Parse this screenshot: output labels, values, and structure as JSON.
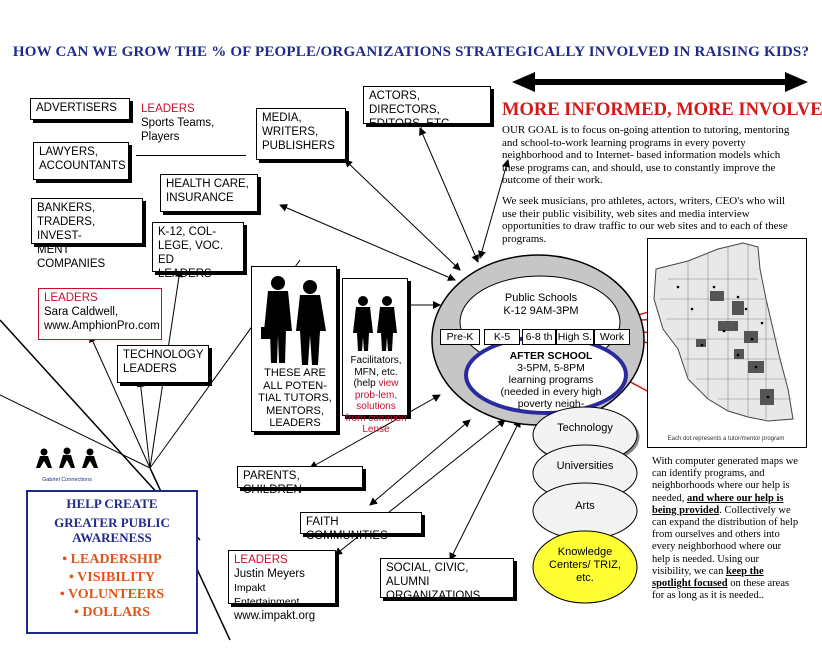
{
  "title": "HOW CAN WE GROW THE %  OF PEOPLE/ORGANIZATIONS STRATEGICALLY INVOLVED IN RAISING KIDS?",
  "left_boxes": {
    "advertisers": "ADVERTISERS",
    "lawyers": [
      "LAWYERS,",
      "ACCOUNTANTS"
    ],
    "bankers": [
      "BANKERS,",
      "TRADERS, INVEST-",
      "MENT COMPANIES"
    ],
    "sports_leaders_heading": "LEADERS",
    "sports_leaders": [
      "Sports Teams,",
      "Players"
    ],
    "health_care": [
      "HEALTH CARE,",
      "INSURANCE"
    ],
    "k12": [
      "K-12, COL-",
      "LEGE, VOC. ED",
      "LEADERS"
    ],
    "media": [
      "MEDIA,",
      "WRITERS,",
      "PUBLISHERS"
    ],
    "actors": [
      "ACTORS, DIRECTORS,",
      "EDITORS, ETC"
    ],
    "leaders_sara_heading": "LEADERS",
    "leaders_sara": [
      "Sara Caldwell,",
      "www.AmphionPro.com"
    ],
    "technology_leaders": [
      "TECHNOLOGY",
      "LEADERS"
    ],
    "tutors": [
      "THESE ARE",
      "ALL POTEN-",
      "TIAL TUTORS,",
      "MENTORS,",
      "LEADERS"
    ],
    "facilitators": [
      "Facilitators,",
      "MFN, etc.",
      "(help"
    ],
    "facilitators_red": "view prob-lem, solutions from common Lense",
    "parents": "PARENTS, CHILDREN",
    "faith": "FAITH COMMUNITIES",
    "leaders_justin_heading": "LEADERS",
    "leaders_justin": [
      "Justin Meyers",
      "Impakt Entertainment",
      "www.impakt.org"
    ],
    "social": [
      "SOCIAL, CIVIC, ALUMNI",
      "ORGANIZATIONS"
    ]
  },
  "logo_text": "Gabriel Connections",
  "awareness": {
    "title": [
      "HELP CREATE",
      "GREATER PUBLIC",
      "AWARENESS"
    ],
    "items": [
      "• LEADERSHIP",
      "• VISIBILITY",
      "• VOLUNTEERS",
      "• DOLLARS"
    ]
  },
  "schools": {
    "public": [
      "Public Schools",
      "K-12  9AM-3PM"
    ],
    "grades": [
      "Pre-K",
      "K-5",
      "6-8 th",
      "High S.",
      "Work"
    ],
    "after_school_heading": "AFTER SCHOOL",
    "after_school": [
      "3-5PM, 5-8PM",
      "learning programs",
      "(needed in every high",
      "poverty neigh-"
    ]
  },
  "circles": [
    "Technology",
    "Universities",
    "Arts",
    "Knowledge Centers/ TRIZ, etc."
  ],
  "goal_heading": "MORE INFORMED, MORE INVOLVED",
  "goal_text": "OUR GOAL is to focus on-going attention to tutoring, mentoring and school-to-work learning programs in every poverty neighborhood  and to Internet- based information models which these programs can, and should, use to constantly improve the outcome of their work.",
  "seek_text": "We seek musicians, pro athletes, actors, writers, CEO's who will use their public visibility, web sites and media interview opportunities to draw traffic to our web sites and to each of these programs.",
  "map_caption": "Each dot represents a tutor/mentor program",
  "bottom_text": {
    "part1": "With computer generated maps we can identify programs, and neighborhoods where our help is needed, ",
    "bold1": "and where our help is being provided",
    "part2": ".  Collectively we can expand the distribution of help from ourselves and others into every neighborhood where our help is needed. Using our visibility, we can ",
    "bold2": "keep the spotlight focused",
    "part3": " on these areas for as long as it is needed.."
  },
  "colors": {
    "title_blue": "#1f2a8a",
    "leader_red": "#c8102e",
    "awareness_orange": "#e0561a",
    "yellow": "#ffff33"
  }
}
